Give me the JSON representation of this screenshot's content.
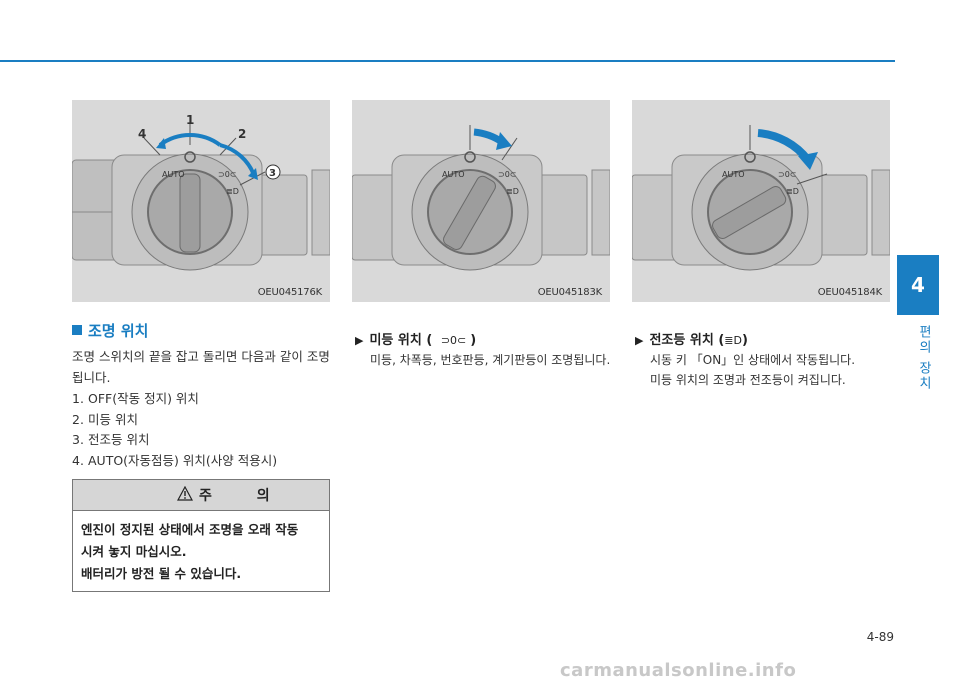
{
  "section": {
    "title": "조명 위치",
    "intro": "조명 스위치의 끝을 잡고 돌리면 다음과 같이 조명됩니다.",
    "positions": [
      {
        "num": "1.",
        "text": "OFF(작동 정지) 위치"
      },
      {
        "num": "2.",
        "text": "미등 위치"
      },
      {
        "num": "3.",
        "text": "전조등 위치"
      },
      {
        "num": "4.",
        "text": "AUTO(자동점등) 위치(사양 적용시)"
      }
    ]
  },
  "caution": {
    "title": "주 의",
    "lines": [
      "엔진이 정지된 상태에서 조명을 오래 작동",
      "시켜 놓지 마십시오.",
      "배터리가 방전 될 수 있습니다."
    ]
  },
  "figures": [
    {
      "code": "OEU045176K",
      "callouts": [
        "1",
        "2",
        "3",
        "4"
      ]
    },
    {
      "code": "OEU045183K"
    },
    {
      "code": "OEU045184K"
    }
  ],
  "switch_labels": {
    "auto": "AUTO"
  },
  "parking": {
    "title_prefix": "미등 위치 (",
    "title_suffix": ")",
    "desc": "미등, 차폭등, 번호판등, 계기판등이 조명됩니다."
  },
  "headlight": {
    "title_prefix": "전조등 위치 (",
    "title_suffix": ")",
    "desc_lines": [
      "시동 키 「ON」인 상태에서 작동됩니다.",
      "미등 위치의 조명과 전조등이 켜집니다."
    ]
  },
  "chapter": {
    "number": "4",
    "label": "편의 장치"
  },
  "page_number": "4-89",
  "watermark": "carmanualsonline.info",
  "colors": {
    "accent": "#1a7ec2",
    "figure_bg": "#d9d9d9",
    "caution_head": "#d6d6d6"
  }
}
